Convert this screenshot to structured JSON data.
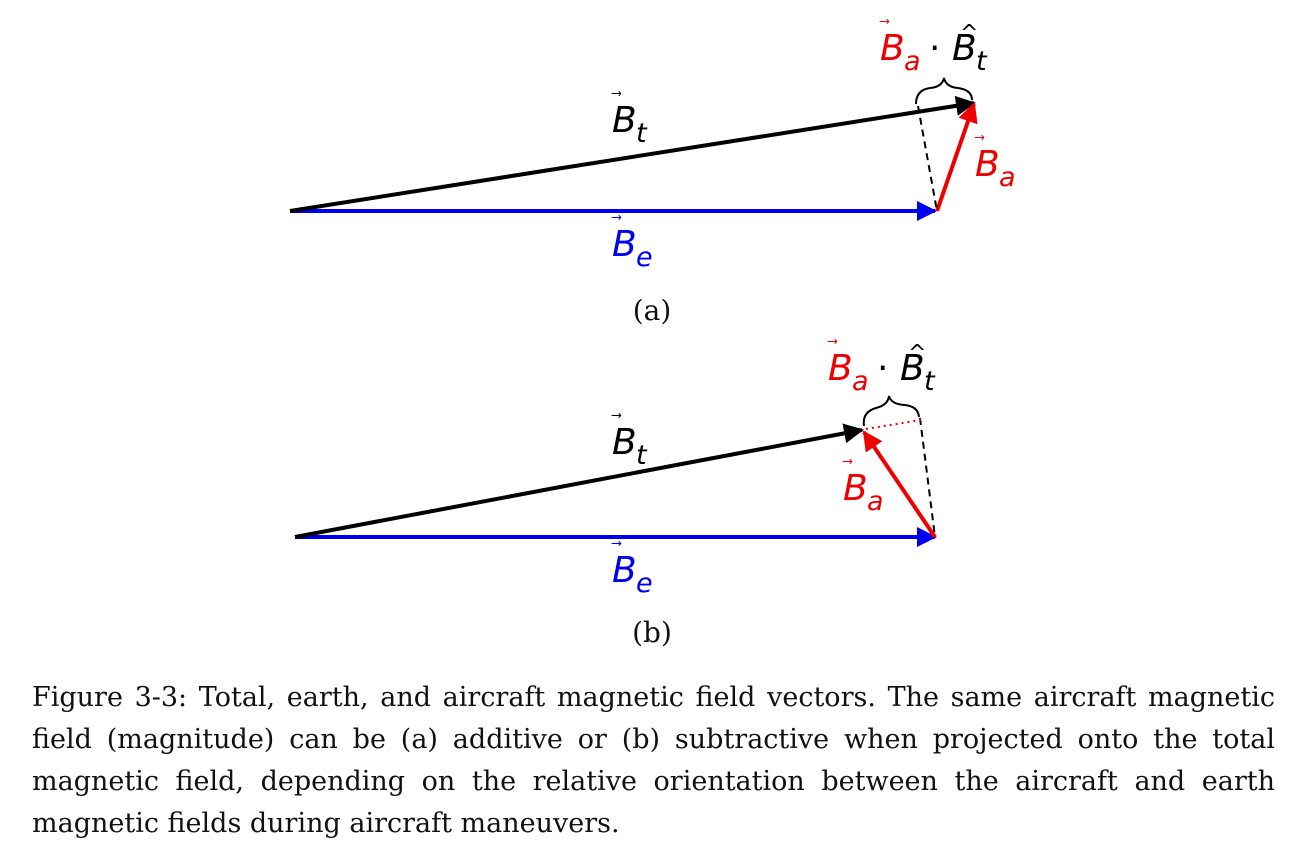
{
  "colors": {
    "total": "#000000",
    "earth": "#0000ee",
    "aircraft": "#ee0000"
  },
  "labels": {
    "total_base": "B",
    "total_sub": "t",
    "earth_base": "B",
    "earth_sub": "e",
    "aircraft_base": "B",
    "aircraft_sub": "a",
    "vec_arrow": "⃗",
    "hat": "^",
    "dot": "·"
  },
  "panels": [
    {
      "label": "(a)"
    },
    {
      "label": "(b)"
    }
  ],
  "caption": "Figure 3-3: Total, earth, and aircraft magnetic field vectors. The same aircraft magnetic field (magnitude) can be (a) additive or (b) subtractive when projected onto the total magnetic field, depending on the relative orientation between the aircraft and earth magnetic fields during aircraft maneuvers."
}
